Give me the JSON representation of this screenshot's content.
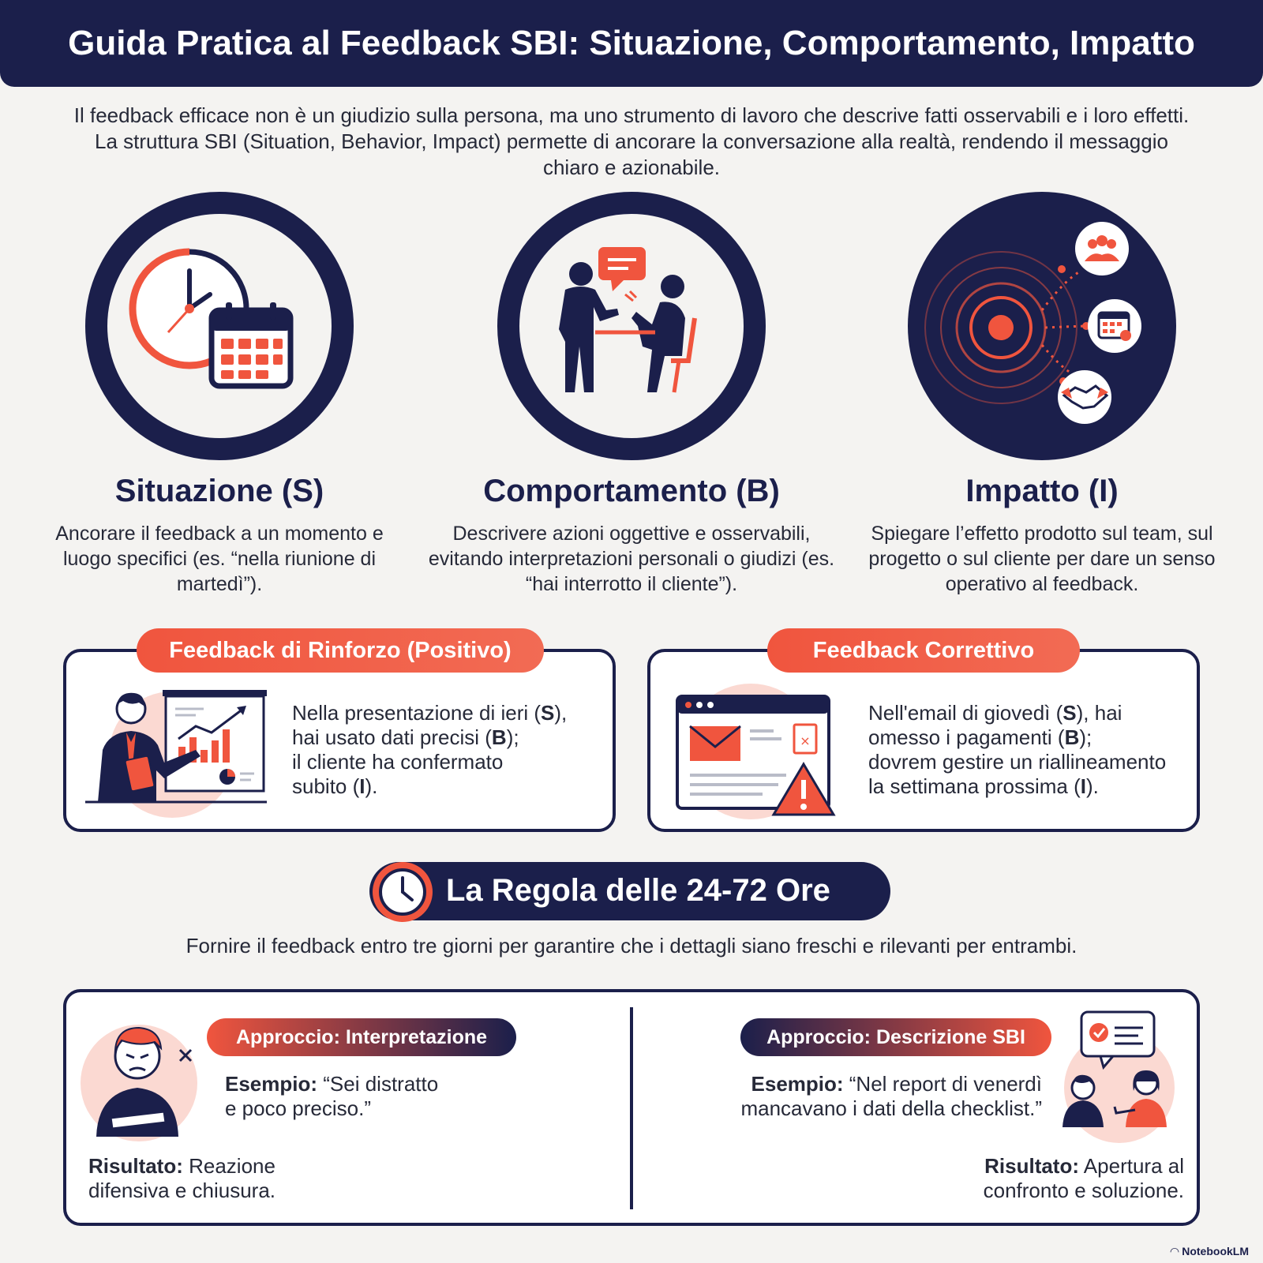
{
  "header": {
    "title": "Guida Pratica al Feedback SBI: Situazione, Comportamento, Impatto"
  },
  "intro": "Il feedback efficace non è un giudizio sulla persona, ma uno strumento di lavoro che descrive fatti osservabili e i loro effetti. La struttura SBI (Situation, Behavior, Impact) permette di ancorare la conversazione alla realtà, rendendo il messaggio chiaro e azionabile.",
  "pillars": [
    {
      "title": "Situazione (S)",
      "text": "Ancorare il feedback a un momento e luogo specifici (es. “nella riunione di martedì”).",
      "icon": "clock-calendar-icon"
    },
    {
      "title": "Comportamento (B)",
      "text": "Descrivere azioni oggettive e osservabili, evitando interpretazioni personali o giudizi (es. “hai interrotto il cliente”).",
      "icon": "conversation-icon"
    },
    {
      "title": "Impatto (I)",
      "text": "Spiegare l’effetto prodotto sul team, sul progetto o sul cliente per dare un senso operativo al feedback.",
      "icon": "ripple-target-icon"
    }
  ],
  "examples": {
    "positive": {
      "tag": "Feedback di Rinforzo (Positivo)",
      "line1_a": "Nella presentazione di ieri (",
      "line1_s": "S",
      "line1_b": "),",
      "line2_a": "hai usato dati precisi (",
      "line2_s": "B",
      "line2_b": ");",
      "line3": "il cliente ha confermato",
      "line4_a": "subito (",
      "line4_s": "I",
      "line4_b": ")."
    },
    "corrective": {
      "tag": "Feedback Correttivo",
      "line1_a": "Nell'email di giovedì (",
      "line1_s": "S",
      "line1_b": "), hai",
      "line2_a": "omesso i pagamenti (",
      "line2_s": "B",
      "line2_b": ");",
      "line3": "dovrem gestire un riallineamento",
      "line4_a": "la settimana prossima (",
      "line4_s": "I",
      "line4_b": ")."
    }
  },
  "rule": {
    "title": "La Regola delle 24-72 Ore",
    "text": "Fornire il feedback entro tre giorni per garantire che i dettagli siano freschi e rilevanti per entrambi."
  },
  "compare": {
    "left": {
      "tag": "Approccio: Interpretazione",
      "example_label": "Esempio:",
      "example_1": " “Sei distratto",
      "example_2": "e poco preciso.”",
      "result_label": "Risultato:",
      "result_1": " Reazione",
      "result_2": "difensiva e chiusura."
    },
    "right": {
      "tag": "Approccio: Descrizione SBI",
      "example_label": "Esempio:",
      "example_1": " “Nel report di venerdì",
      "example_2": "mancavano i dati della checklist.”",
      "result_label": "Risultato:",
      "result_1": " Apertura al",
      "result_2": "confronto e soluzione."
    }
  },
  "footer": "NotebookLM",
  "colors": {
    "navy": "#1b1f4b",
    "coral": "#f0553e",
    "background": "#f4f3f1"
  }
}
